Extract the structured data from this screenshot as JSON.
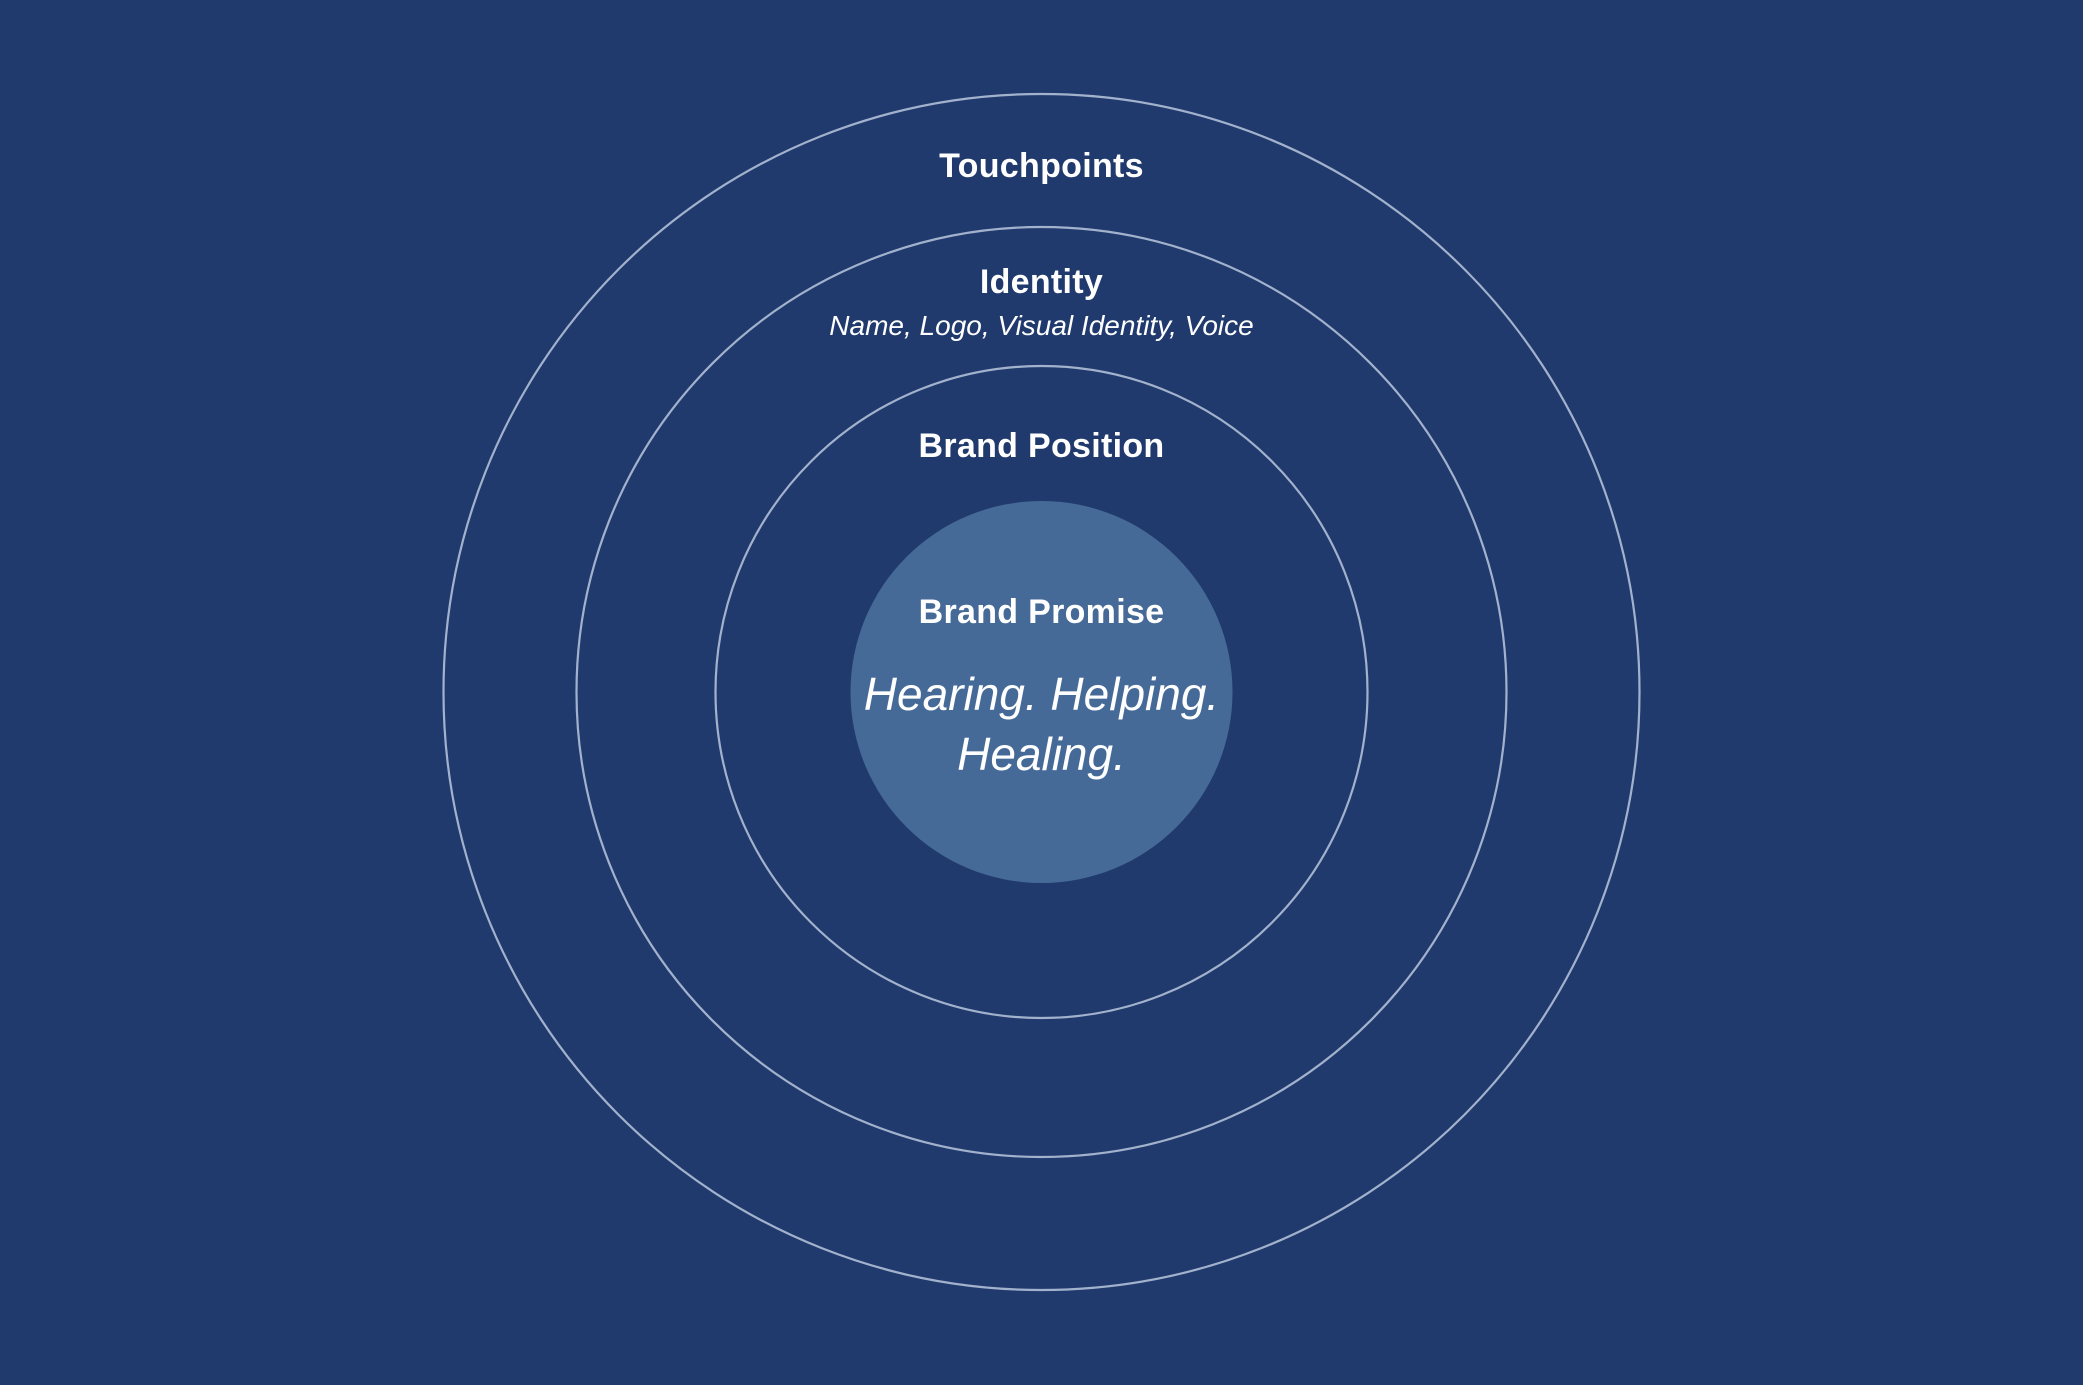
{
  "diagram": {
    "background": "#203a6e",
    "ring_color": "#a3b2cc",
    "core_color": "#456a98",
    "text_color": "#ffffff",
    "rings": [
      {
        "title": "Touchpoints",
        "subtitle": ""
      },
      {
        "title": "Identity",
        "subtitle": "Name, Logo, Visual Identity, Voice"
      },
      {
        "title": "Brand Position",
        "subtitle": ""
      }
    ],
    "core": {
      "title": "Brand Promise",
      "promise_line_1": "Hearing. Helping.",
      "promise_line_2": "Healing."
    }
  }
}
